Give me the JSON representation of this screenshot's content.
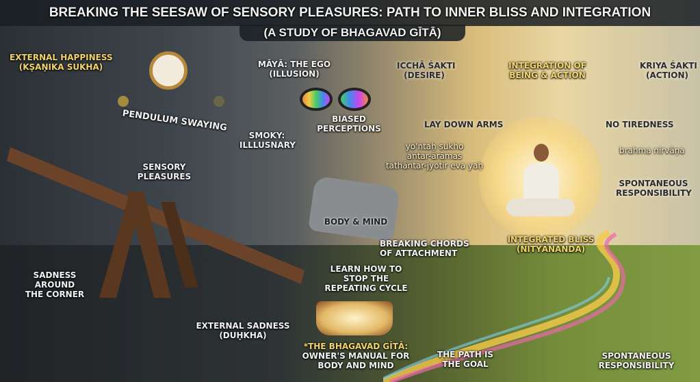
{
  "title": "BREAKING THE SEESAW OF SENSORY PLEASURES: PATH TO INNER BLISS AND INTEGRATION",
  "subtitle": "(A STUDY OF BHAGAVAD GĪTĀ)",
  "labels": {
    "external_happiness": "EXTERNAL HAPPINESS",
    "external_happiness_sub": "(KṢAṆIKA SUKHA)",
    "pendulum": "PENDULUM SWAYING",
    "maya": "MĀYĀ: THE EGO",
    "maya_sub": "(ILLUSION)",
    "smoky": "SMOKY:",
    "smoky2": "ILLLUSNARY",
    "biased": "BIASED",
    "biased2": "PERCEPTIONS",
    "iccha": "ICCHĀ ŚAKTI",
    "iccha_sub": "(DESIRE)",
    "integration": "INTEGRATION OF",
    "integration2": "BEING & ACTION",
    "kriya": "KRIYA ŚAKTI",
    "kriya_sub": "(ACTION)",
    "lay_down": "LAY DOWN ARMS",
    "no_tiredness": "NO TIREDNESS",
    "verse1": "yo'ntaḥ sukho",
    "verse2": "antar-ārāmas",
    "verse3": "tathāntar-jyotir eva yaḥ",
    "brahma": "brahma nirvāṇa",
    "spont1": "SPONTANEOUS",
    "spont2": "RESPONSIBILITY",
    "sensory1": "SENSORY",
    "sensory2": "PLEASURES",
    "body_mind": "BODY & MIND",
    "breaking1": "BREAKING CHORDS",
    "breaking2": "OF ATTACHMENT",
    "integrated": "INTEGRATED BLISS",
    "integrated_sub": "(NITYĀNANDA)",
    "sadness1": "SADNESS",
    "sadness2": "AROUND",
    "sadness3": "THE CORNER",
    "learn1": "LEARN HOW TO",
    "learn2": "STOP THE",
    "learn3": "REPEATING CYCLE",
    "ext_sad": "EXTERNAL SADNESS",
    "ext_sad_sub": "(DUḤKHA)",
    "gita1": "*THE BHAGAVAD GĪTĀ:",
    "gita2": "OWNER'S MANUAL FOR",
    "gita3": "BODY AND MIND",
    "path1": "THE PATH IS",
    "path2": "THE GOAL",
    "spont_b1": "SPONTANEOUS",
    "spont_b2": "RESPONSIBILITY"
  },
  "colors": {
    "accent": "#f1d36c",
    "text": "#f2f2f2"
  }
}
